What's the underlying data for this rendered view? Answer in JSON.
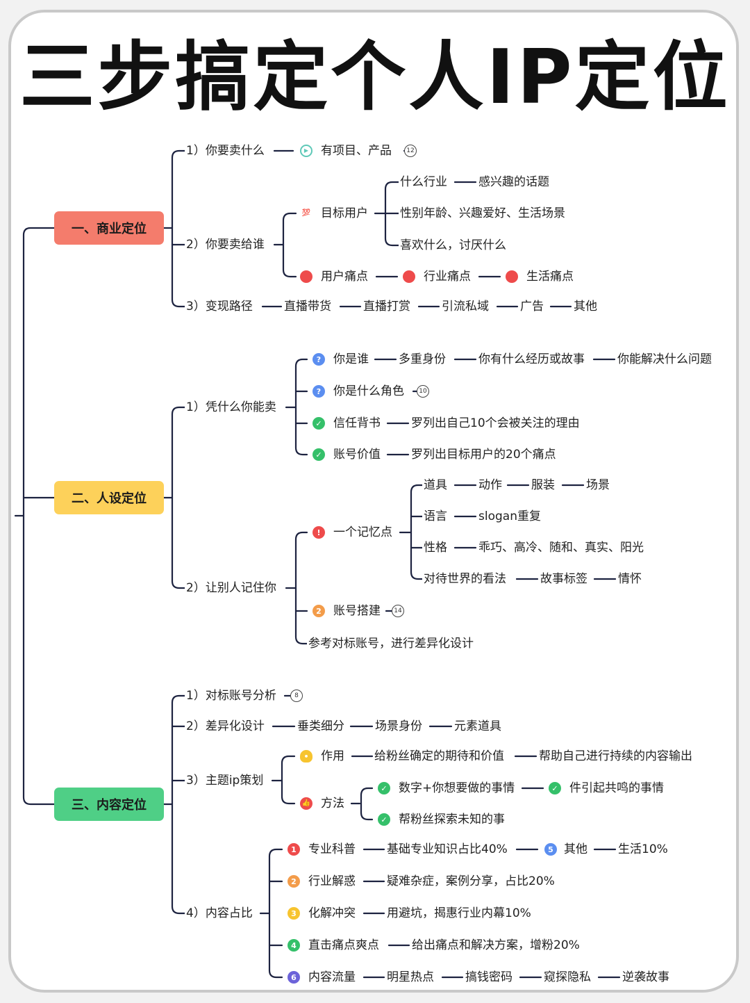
{
  "title": "三步搞定个人IP定位",
  "colors": {
    "sec1": "#f47c6c",
    "sec2": "#fdd15a",
    "sec3": "#4fcf86",
    "line": "#1d2340",
    "blue": "#5b8ef0",
    "green": "#35c06a",
    "red": "#ee4b4b",
    "orange": "#f39c4a",
    "yellow": "#f7c42f",
    "purple": "#6c63d9",
    "teal": "#5fc9b8"
  },
  "sections": {
    "s1": {
      "label": "一、商业定位",
      "b1": {
        "label": "1）你要卖什么",
        "item": "有项目、产品",
        "count": "12"
      },
      "b2": {
        "label": "2）你要卖给谁",
        "target": "目标用户",
        "target_items": [
          "什么行业",
          "感兴趣的话题",
          "性别年龄、兴趣爱好、生活场景",
          "喜欢什么，讨厌什么"
        ],
        "pain": [
          "用户痛点",
          "行业痛点",
          "生活痛点"
        ]
      },
      "b3": {
        "label": "3）变现路径",
        "items": [
          "直播带货",
          "直播打赏",
          "引流私域",
          "广告",
          "其他"
        ]
      }
    },
    "s2": {
      "label": "二、人设定位",
      "b1": {
        "label": "1）凭什么你能卖",
        "r1": [
          "你是谁",
          "多重身份",
          "你有什么经历或故事",
          "你能解决什么问题"
        ],
        "r2": "你是什么角色",
        "r2_count": "10",
        "r3": [
          "信任背书",
          "罗列出自己10个会被关注的理由"
        ],
        "r4": [
          "账号价值",
          "罗列出目标用户的20个痛点"
        ]
      },
      "b2": {
        "label": "2）让别人记住你",
        "memory": "一个记忆点",
        "m1": [
          "道具",
          "动作",
          "服装",
          "场景"
        ],
        "m2": [
          "语言",
          "slogan重复"
        ],
        "m3": [
          "性格",
          "乖巧、高冷、随和、真实、阳光"
        ],
        "m4": [
          "对待世界的看法",
          "故事标签",
          "情怀"
        ],
        "account": "账号搭建",
        "account_count": "14",
        "ref": "参考对标账号，进行差异化设计"
      }
    },
    "s3": {
      "label": "三、内容定位",
      "b1": {
        "label": "1）对标账号分析",
        "count": "8"
      },
      "b2": {
        "label": "2）差异化设计",
        "items": [
          "垂类细分",
          "场景身份",
          "元素道具"
        ]
      },
      "b3": {
        "label": "3）主题ip策划",
        "use": [
          "作用",
          "给粉丝确定的期待和价值",
          "帮助自己进行持续的内容输出"
        ],
        "method": "方法",
        "m1": [
          "数字+你想要做的事情",
          "件引起共鸣的事情"
        ],
        "m2": "帮粉丝探索未知的事"
      },
      "b4": {
        "label": "4）内容占比",
        "r1": [
          "专业科普",
          "基础专业知识占比40%",
          "其他",
          "生活10%"
        ],
        "r2": [
          "行业解惑",
          "疑难杂症，案例分享，占比20%"
        ],
        "r3": [
          "化解冲突",
          "用避坑，揭惠行业内幕10%"
        ],
        "r4": [
          "直击痛点爽点",
          "给出痛点和解决方案，增粉20%"
        ],
        "r5": [
          "内容流量",
          "明星热点",
          "搞钱密码",
          "窥探隐私",
          "逆袭故事"
        ]
      }
    }
  }
}
